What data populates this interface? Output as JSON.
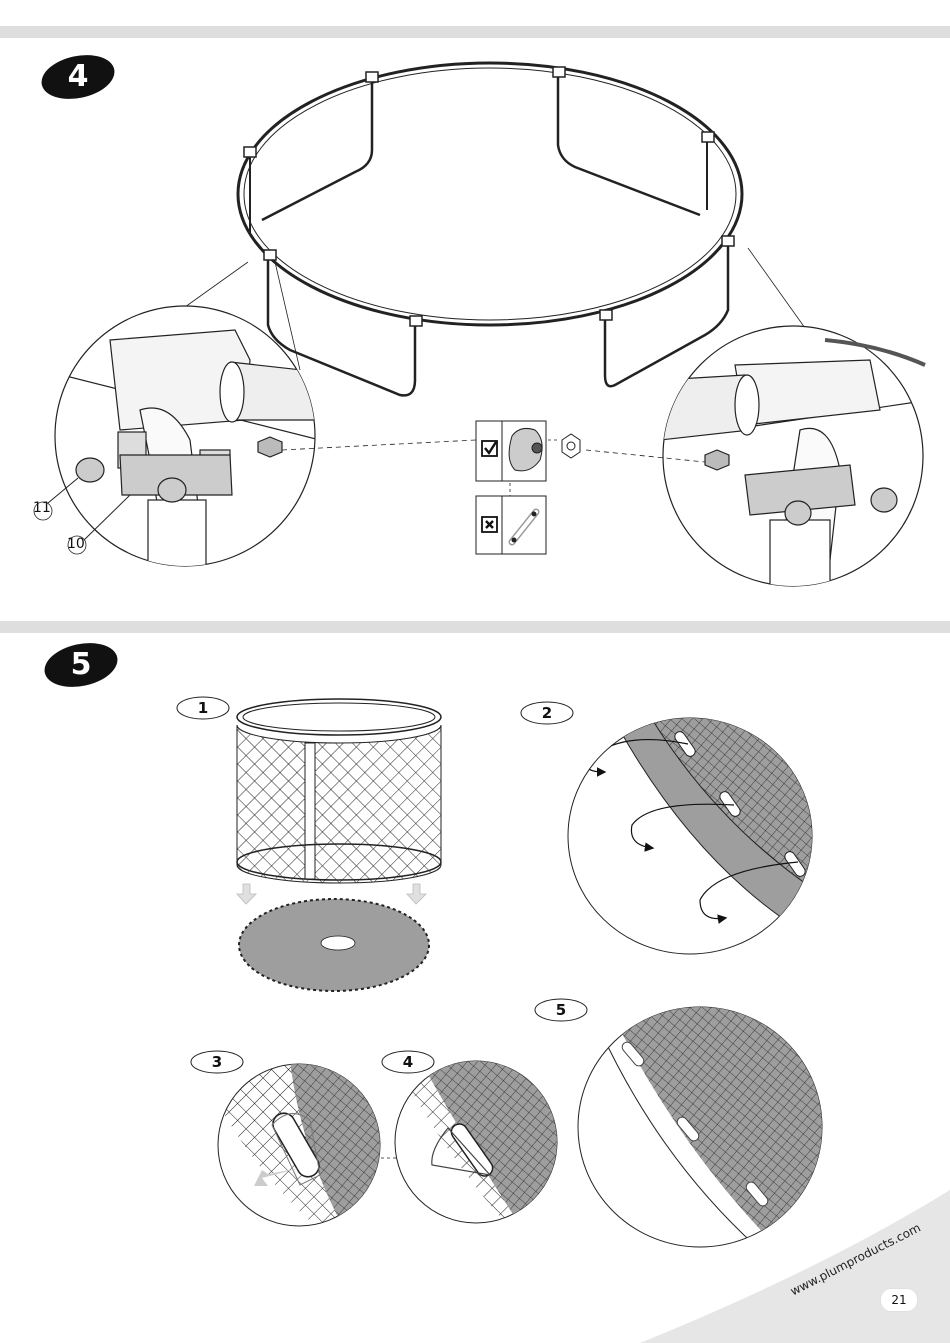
{
  "steps": [
    {
      "number": "4"
    },
    {
      "number": "5"
    }
  ],
  "substeps": [
    "1",
    "2",
    "3",
    "4",
    "5"
  ],
  "part_callouts": [
    "11",
    "10"
  ],
  "check_icons": {
    "correct": "check-box-icon",
    "incorrect": "cross-box-icon"
  },
  "product_logo": "plum",
  "footer": {
    "website": "www.plumproducts.com",
    "page_number": "21"
  },
  "colors": {
    "band": "#dedede",
    "badge": "#111111",
    "mat": "#9e9e9e",
    "corner": "#e6e6e6"
  }
}
